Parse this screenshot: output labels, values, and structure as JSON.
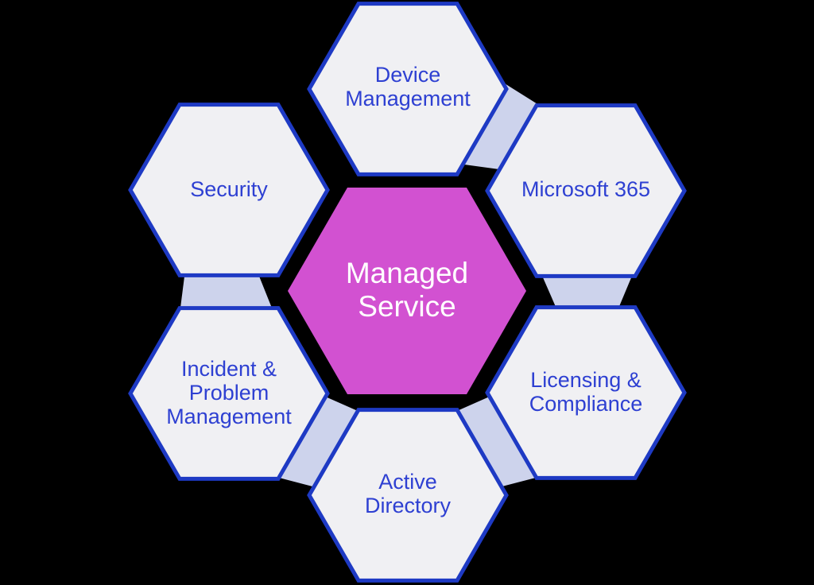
{
  "diagram": {
    "title": "Managed Service hexagon diagram",
    "center": {
      "label": "Managed Service"
    },
    "nodes": [
      {
        "id": "device-management",
        "label": "Device Management"
      },
      {
        "id": "microsoft-365",
        "label": "Microsoft 365"
      },
      {
        "id": "licensing-compliance",
        "label": "Licensing & Compliance"
      },
      {
        "id": "active-directory",
        "label": "Active Directory"
      },
      {
        "id": "incident-problem-management",
        "label": "Incident & Problem Management"
      },
      {
        "id": "security",
        "label": "Security"
      }
    ],
    "connections": [
      "device-management to microsoft-365",
      "microsoft-365 to licensing-compliance",
      "licensing-compliance to active-directory",
      "incident-problem-management to active-directory",
      "security to incident-problem-management"
    ],
    "colors": {
      "background": "#000000",
      "hexagon_fill": "#f0f0f3",
      "hexagon_border": "#1e3ac4",
      "label_text": "#2e40d2",
      "center_fill": "#d251d1",
      "center_text": "#ffffff",
      "connector_fill": "#cdd3ec"
    }
  }
}
